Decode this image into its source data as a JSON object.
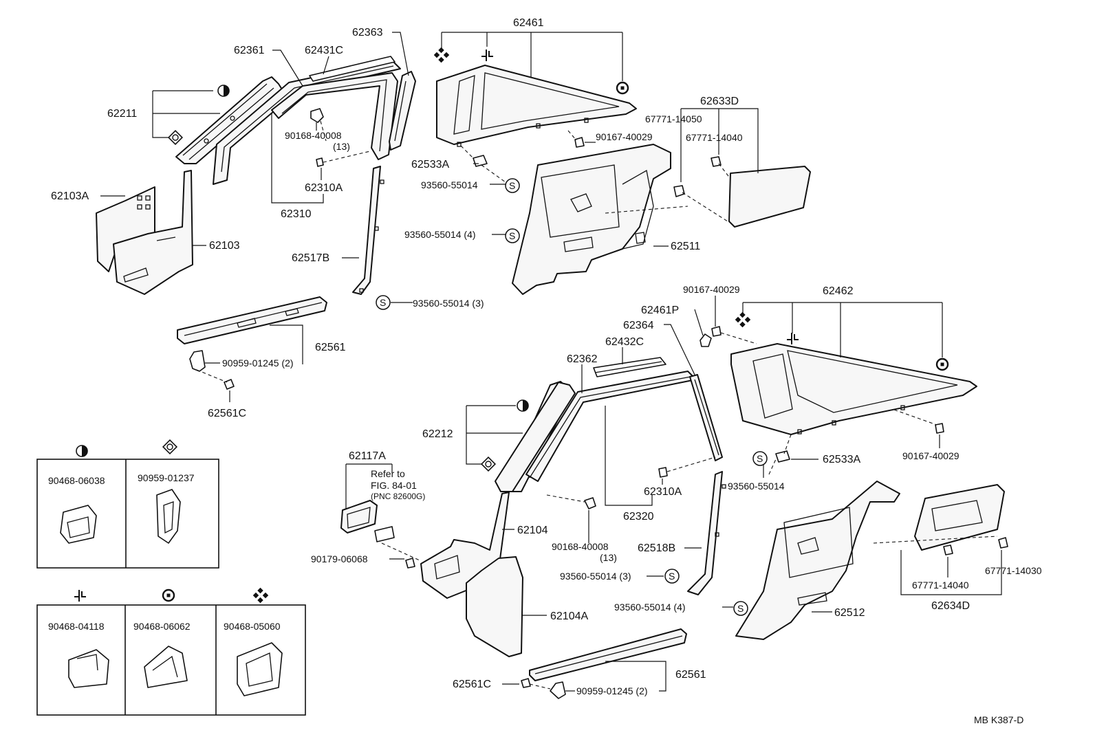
{
  "labels": {
    "p62461": "62461",
    "p62363": "62363",
    "p62361": "62361",
    "p62431C": "62431C",
    "p62211": "62211",
    "p90168_40008_top": "90168-40008",
    "p13_top": "(13)",
    "p62310A_top": "62310A",
    "p62310": "62310",
    "p62103A": "62103A",
    "p62103": "62103",
    "p62517B": "62517B",
    "p93560_55014_3_top": "93560-55014 (3)",
    "p62561_top": "62561",
    "p90959_01245_2_top": "90959-01245 (2)",
    "p62561C_top": "62561C",
    "p62533A_top": "62533A",
    "p93560_55014_a": "93560-55014",
    "p93560_55014_4_a": "93560-55014 (4)",
    "p90167_40029_a": "90167-40029",
    "p62633D": "62633D",
    "p67771_14050": "67771-14050",
    "p67771_14040_a": "67771-14040",
    "p62511": "62511",
    "p90167_40029_b": "90167-40029",
    "p62461P": "62461P",
    "p62364": "62364",
    "p62462": "62462",
    "p62432C": "62432C",
    "p62362": "62362",
    "p62212": "62212",
    "p62117A": "62117A",
    "refer_line1": "Refer to",
    "refer_line2": "FIG. 84-01",
    "refer_line3": "(PNC 82600G)",
    "p62104": "62104",
    "p90179_06068": "90179-06068",
    "p62104A": "62104A",
    "p90168_40008_b": "90168-40008",
    "p13_b": "(13)",
    "p62310A_b": "62310A",
    "p62320": "62320",
    "p62518B": "62518B",
    "p93560_55014_3_b": "93560-55014 (3)",
    "p93560_55014_4_b": "93560-55014 (4)",
    "p93560_55014_b": "93560-55014",
    "p62533A_b": "62533A",
    "p90167_40029_c": "90167-40029",
    "p62512": "62512",
    "p67771_14030": "67771-14030",
    "p67771_14040_b": "67771-14040",
    "p62634D": "62634D",
    "p62561_b": "62561",
    "p62561C_b": "62561C",
    "p90959_01245_2_b": "90959-01245 (2)",
    "clip_90468_06038": "90468-06038",
    "clip_90959_01237": "90959-01237",
    "clip_90468_04118": "90468-04118",
    "clip_90468_06062": "90468-06062",
    "clip_90468_05060": "90468-05060",
    "footer": "MB  K387-D",
    "s": "S"
  },
  "symbols": {
    "half_circle": "half-circle-symbol",
    "diamond_ring": "diamond-ring-symbol",
    "four_diamond": "four-diamond-symbol",
    "clip_mark": "clip-mark-symbol",
    "ring_dot": "ring-dot-symbol"
  }
}
